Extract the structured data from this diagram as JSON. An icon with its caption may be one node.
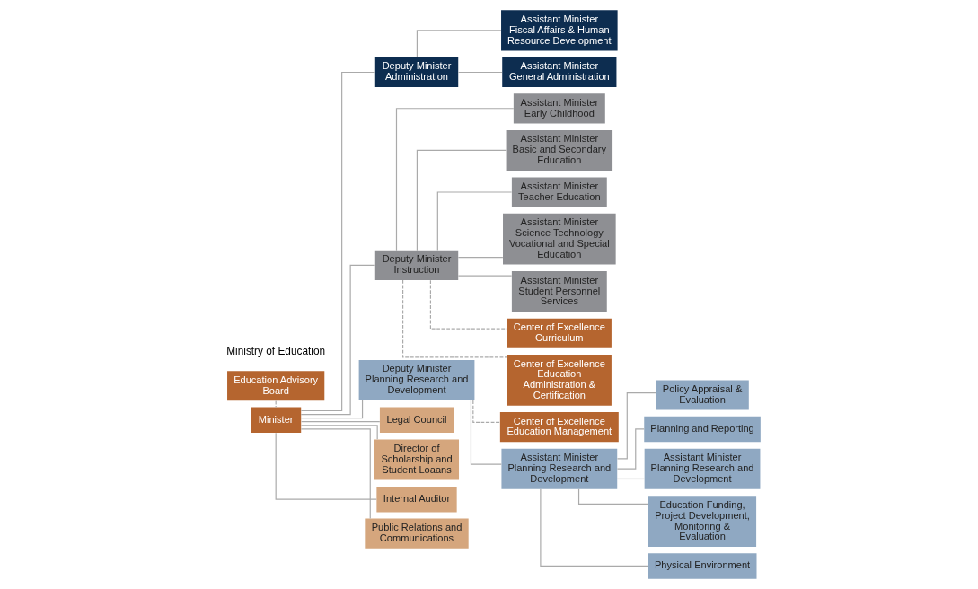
{
  "diagram": {
    "nodes": [
      {
        "text": [
          "Education Advisory Board"
        ]
      },
      {
        "text": [
          "Minister"
        ]
      },
      {
        "text": [
          "Deputy Minister Administration"
        ]
      },
      {
        "text": [
          "Assistant Minister Fiscal Affairs & Human Resource Development"
        ]
      },
      {
        "text": [
          "Assistant Minister General Administration"
        ]
      },
      {
        "text": [
          "Deputy Minister Instruction"
        ]
      },
      {
        "text": [
          "Assistant Minister Early Childhood"
        ]
      },
      {
        "text": [
          "Assistant Minister Basic and Secondary Education"
        ]
      },
      {
        "text": [
          "Assistant Minister Teacher Education"
        ]
      },
      {
        "text": [
          "Assistant Minister Science Technology Vocational and Special Education"
        ]
      },
      {
        "text": [
          "Assistant Minister Student Personnel Services"
        ]
      },
      {
        "text": [
          "Center of Excellence Curriculum"
        ]
      },
      {
        "text": [
          "Center of Excellence Education Administration & Certification"
        ]
      },
      {
        "text": [
          "Deputy Minister Planning Research and Development"
        ]
      },
      {
        "text": [
          "Center of Excellence Education Management"
        ]
      },
      {
        "text": [
          "Assistant Minister Planning Research and Development"
        ]
      },
      {
        "text": [
          "Policy Appraisal & Evaluation"
        ]
      },
      {
        "text": [
          "Planning and Reporting"
        ]
      },
      {
        "text": [
          "Assistant Minister Planning Research and Development"
        ]
      },
      {
        "text": [
          "Education Funding, Project Development, Monitoring & Evaluation"
        ]
      },
      {
        "text": [
          "Physical Environment"
        ]
      },
      {
        "text": [
          "Legal Council"
        ]
      },
      {
        "text": [
          "Director of Scholarship and Student Loaans"
        ]
      },
      {
        "text": [
          "Internal Auditor"
        ]
      },
      {
        "text": [
          "Public Relations and Communications"
        ]
      }
    ],
    "edges": [
      {
        "from": 0,
        "to": 1,
        "arrow": "none",
        "style": "dashed"
      },
      {
        "from": 1,
        "to": 2,
        "arrow": "none"
      },
      {
        "from": 1,
        "to": 5,
        "arrow": "none"
      },
      {
        "from": 1,
        "to": 13,
        "arrow": "none"
      },
      {
        "from": 1,
        "to": 21,
        "arrow": "none"
      },
      {
        "from": 1,
        "to": 22,
        "arrow": "none"
      },
      {
        "from": 1,
        "to": 23,
        "arrow": "none"
      },
      {
        "from": 1,
        "to": 24,
        "arrow": "none"
      },
      {
        "from": 2,
        "to": 3,
        "arrow": "none"
      },
      {
        "from": 2,
        "to": 4,
        "arrow": "none"
      },
      {
        "from": 5,
        "to": 6,
        "arrow": "none"
      },
      {
        "from": 5,
        "to": 7,
        "arrow": "none"
      },
      {
        "from": 5,
        "to": 8,
        "arrow": "none"
      },
      {
        "from": 5,
        "to": 9,
        "arrow": "none"
      },
      {
        "from": 5,
        "to": 10,
        "arrow": "none"
      },
      {
        "from": 5,
        "to": 11,
        "arrow": "none",
        "style": "dashed"
      },
      {
        "from": 5,
        "to": 12,
        "arrow": "none",
        "style": "dashed"
      },
      {
        "from": 13,
        "to": 14,
        "arrow": "none",
        "style": "dashed"
      },
      {
        "from": 13,
        "to": 15,
        "arrow": "none"
      },
      {
        "from": 15,
        "to": 16,
        "arrow": "none"
      },
      {
        "from": 15,
        "to": 17,
        "arrow": "none"
      },
      {
        "from": 15,
        "to": 18,
        "arrow": "none"
      },
      {
        "from": 15,
        "to": 19,
        "arrow": "none"
      },
      {
        "from": 15,
        "to": 20,
        "arrow": "none"
      }
    ],
    "labels": [
      "Ministry of Education"
    ]
  }
}
